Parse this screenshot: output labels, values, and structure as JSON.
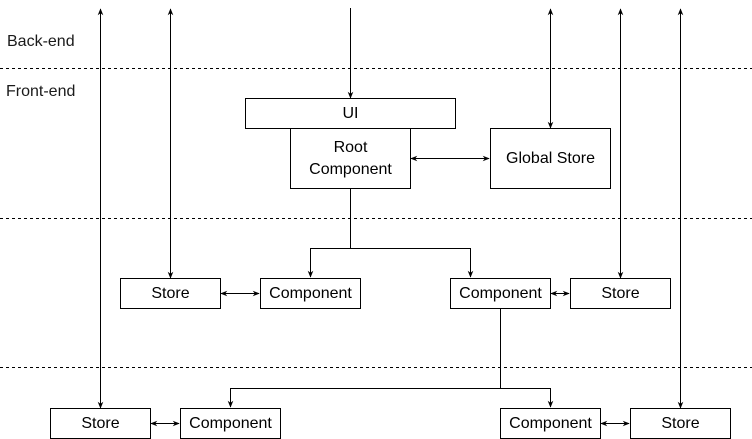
{
  "diagram": {
    "lanes": {
      "backend": "Back-end",
      "frontend": "Front-end"
    },
    "nodes": {
      "ui": "UI",
      "root_component": "Root Component",
      "global_store": "Global Store",
      "l2_store_left": "Store",
      "l2_component_left": "Component",
      "l2_component_right": "Component",
      "l2_store_right": "Store",
      "l3_store_left": "Store",
      "l3_component_left": "Component",
      "l3_component_right": "Component",
      "l3_store_right": "Store"
    },
    "edges": [
      {
        "from": "backend",
        "to": "ui",
        "type": "directed"
      },
      {
        "from": "root_component",
        "to": "global_store",
        "type": "bidirectional"
      },
      {
        "from": "global_store",
        "to": "backend",
        "type": "bidirectional"
      },
      {
        "from": "root_component",
        "to": "l2_component_left",
        "type": "directed"
      },
      {
        "from": "root_component",
        "to": "l2_component_right",
        "type": "directed"
      },
      {
        "from": "l2_store_left",
        "to": "l2_component_left",
        "type": "bidirectional"
      },
      {
        "from": "l2_component_right",
        "to": "l2_store_right",
        "type": "bidirectional"
      },
      {
        "from": "l2_store_left",
        "to": "backend",
        "type": "bidirectional"
      },
      {
        "from": "l2_store_right",
        "to": "backend",
        "type": "bidirectional"
      },
      {
        "from": "l2_component_right",
        "to": "l3_component_left",
        "type": "directed"
      },
      {
        "from": "l2_component_right",
        "to": "l3_component_right",
        "type": "directed"
      },
      {
        "from": "l3_store_left",
        "to": "l3_component_left",
        "type": "bidirectional"
      },
      {
        "from": "l3_component_right",
        "to": "l3_store_right",
        "type": "bidirectional"
      },
      {
        "from": "l3_store_left",
        "to": "backend",
        "type": "bidirectional"
      },
      {
        "from": "l3_store_right",
        "to": "backend",
        "type": "bidirectional"
      }
    ]
  }
}
